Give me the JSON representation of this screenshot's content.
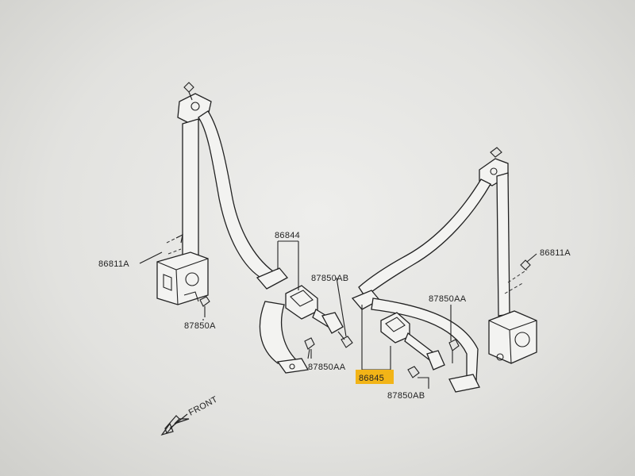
{
  "labels": {
    "anchor_left": "86811A",
    "anchor_right": "86811A",
    "buckle_left": "86844",
    "buckle_right": "86845",
    "bolt_aa_left": "87850AA",
    "bolt_aa_right": "87850AA",
    "bolt_ab_top": "87850AB",
    "bolt_ab_bottom": "87850AB",
    "bolt_a": "87850A",
    "front": "FRONT"
  },
  "colors": {
    "highlight": "#f2b417",
    "ink": "#222222",
    "paper": "#eeeeec"
  }
}
